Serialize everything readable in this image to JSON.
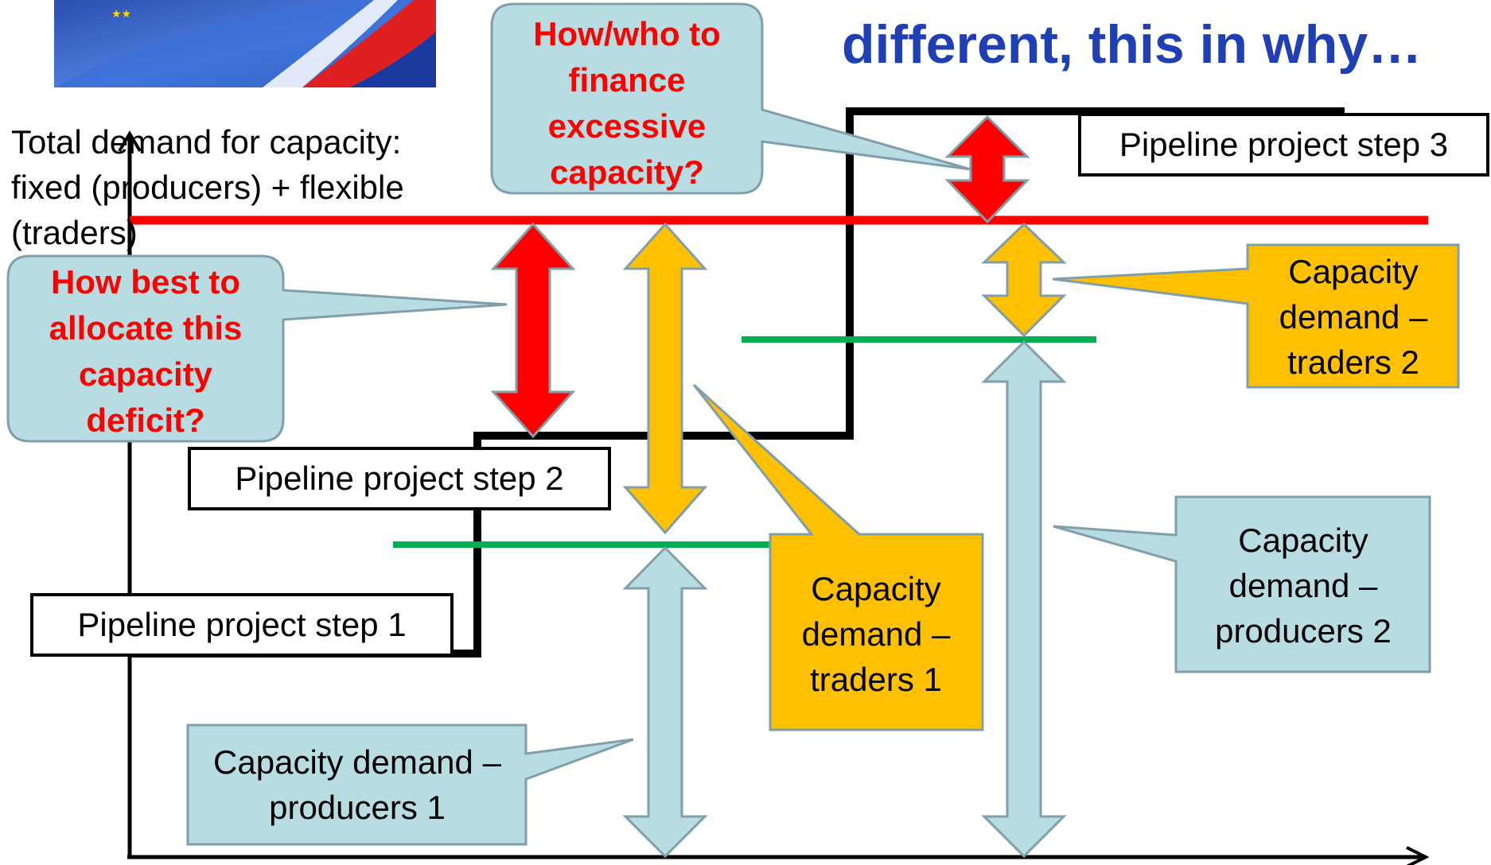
{
  "title_fragment": "different, this in why…",
  "axis_label": "Total demand for capacity: fixed (producers) + flexible (traders)",
  "pipeline_steps": [
    "Pipeline project  step 1",
    "Pipeline project  step 2",
    "Pipeline project step 3"
  ],
  "callouts": {
    "finance": "How/who to finance excessive capacity?",
    "allocate": "How best to allocate this capacity deficit?",
    "traders_1": "Capacity demand – traders 1",
    "traders_2": "Capacity demand – traders 2",
    "producers_1": "Capacity demand – producers 1",
    "producers_2": "Capacity demand – producers 2"
  },
  "colors": {
    "title": "#1f3fb5",
    "deficit": "#ff0000",
    "traders": "#ffc000",
    "producers": "#b7dde3",
    "threshold": "#00b050"
  }
}
